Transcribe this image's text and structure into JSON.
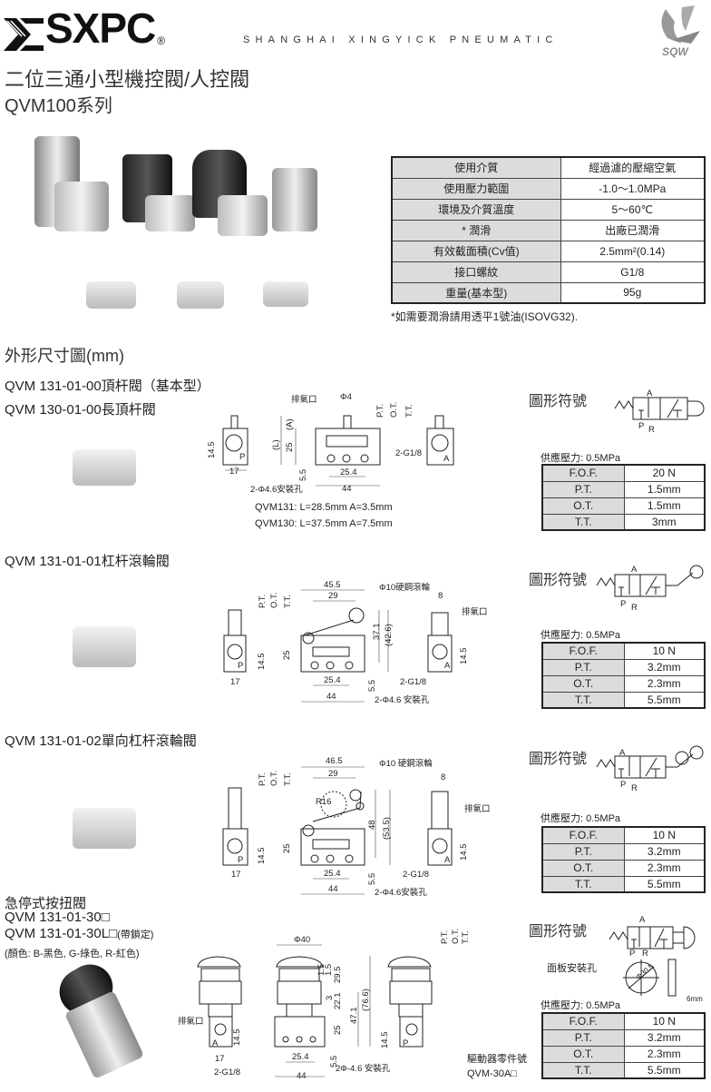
{
  "header": {
    "brand": "SXPC",
    "registered": "®",
    "tagline": "SHANGHAI XINGYICK PNEUMATIC",
    "sqw_logo": "SQW"
  },
  "title": "二位三通小型機控閥/人控閥",
  "subtitle": "QVM100系列",
  "spec_table": {
    "rows": [
      {
        "label": "使用介質",
        "value": "經過濾的壓縮空氣"
      },
      {
        "label": "使用壓力範圍",
        "value": "-1.0～1.0MPa"
      },
      {
        "label": "環境及介質溫度",
        "value": "5～60℃"
      },
      {
        "label": "* 潤滑",
        "value": "出廠已潤滑"
      },
      {
        "label": "有效截面積(Cv值)",
        "value": "2.5mm²(0.14)"
      },
      {
        "label": "接口螺紋",
        "value": "G1/8"
      },
      {
        "label": "重量(基本型)",
        "value": "95g"
      }
    ],
    "note": "*如需要潤滑請用透平1號油(ISOVG32)."
  },
  "dimensions_heading": "外形尺寸圖(mm)",
  "symbol_label": "圖形符號",
  "pressure_label": "供應壓力: 0.5MPa",
  "port_labels": {
    "a": "A",
    "p": "P",
    "r": "R"
  },
  "sections": [
    {
      "titles": [
        "QVM 131-01-00頂杆閥（基本型）",
        "QVM 130-01-00長頂杆閥"
      ],
      "dims": {
        "exhaust": "排氣口",
        "phi4": "Φ4",
        "pt": "P.T.",
        "ot": "O.T.",
        "tt": "T.T.",
        "L": "(L)",
        "A": "(A)",
        "h25": "25",
        "h14_5": "14.5",
        "w17": "17",
        "h5_5": "5.5",
        "w25_4": "25.4",
        "w44": "44",
        "holes": "2-Φ4.6安裝孔",
        "thread": "2-G1/8"
      },
      "variants": [
        "QVM131: L=28.5mm  A=3.5mm",
        "QVM130: L=37.5mm  A=7.5mm"
      ],
      "force_table": [
        [
          "F.O.F.",
          "20 N"
        ],
        [
          "P.T.",
          "1.5mm"
        ],
        [
          "O.T.",
          "1.5mm"
        ],
        [
          "T.T.",
          "3mm"
        ]
      ]
    },
    {
      "titles": [
        "QVM 131-01-01杠杆滾輪閥"
      ],
      "dims": {
        "w45_5": "45.5",
        "w29": "29",
        "roller": "Φ10硬鋼滾輪",
        "pt": "P.T.",
        "ot": "O.T.",
        "tt": "T.T.",
        "h37_1": "37.1",
        "h42_6": "(42.6)",
        "h25": "25",
        "h14_5": "14.5",
        "w17": "17",
        "w25_4": "25.4",
        "h5_5": "5.5",
        "w44": "44",
        "holes": "2-Φ4.6 安裝孔",
        "w8": "8",
        "exhaust": "排氣口",
        "thread": "2-G1/8"
      },
      "force_table": [
        [
          "F.O.F.",
          "10 N"
        ],
        [
          "P.T.",
          "3.2mm"
        ],
        [
          "O.T.",
          "2.3mm"
        ],
        [
          "T.T.",
          "5.5mm"
        ]
      ]
    },
    {
      "titles": [
        "QVM 131-01-02單向杠杆滾輪閥"
      ],
      "dims": {
        "w46_5": "46.5",
        "w29": "29",
        "roller": "Φ10 硬鋼滾輪",
        "r16": "R16",
        "pt": "P.T.",
        "ot": "O.T.",
        "tt": "T.T.",
        "h48": "48",
        "h53_5": "(53.5)",
        "h25": "25",
        "h14_5": "14.5",
        "w17": "17",
        "w25_4": "25.4",
        "h5_5": "5.5",
        "w44": "44",
        "holes": "2-Φ4.6安裝孔",
        "w8": "8",
        "exhaust": "排氣口",
        "thread": "2-G1/8"
      },
      "force_table": [
        [
          "F.O.F.",
          "10 N"
        ],
        [
          "P.T.",
          "3.2mm"
        ],
        [
          "O.T.",
          "2.3mm"
        ],
        [
          "T.T.",
          "5.5mm"
        ]
      ]
    },
    {
      "titles": [
        "急停式按扭閥",
        "QVM 131-01-30□",
        "QVM 131-01-30L□"
      ],
      "lock_note": "(帶鎖定)",
      "colors_note": "(顏色: B-黑色, G-綠色, R-紅色)",
      "dims": {
        "phi40": "Φ40",
        "d1_5a": "1.5",
        "d1_5b": "1.5",
        "h29_5": "29.5",
        "h3": "3",
        "h22_1": "22.1",
        "h47_1": "47.1",
        "h76_6": "(76.6)",
        "h25": "25",
        "h14_5": "14.5",
        "h14_5b": "14.5",
        "w17": "17",
        "w25_4": "25.4",
        "h5_5": "5.5",
        "w44": "44",
        "holes": "2Φ-4.6 安裝孔",
        "exhaust": "排氣口",
        "thread": "2-G1/8",
        "pt": "P.T.",
        "ot": "O.T.",
        "tt": "T.T."
      },
      "panel_hole_label": "面板安裝孔",
      "panel_hole_dia": "Φ30.5",
      "panel_thickness": "6mm",
      "actuator_label": "驅動器零件號",
      "actuator_part": "QVM-30A□",
      "force_table": [
        [
          "F.O.F.",
          "10 N"
        ],
        [
          "P.T.",
          "3.2mm"
        ],
        [
          "O.T.",
          "2.3mm"
        ],
        [
          "T.T.",
          "5.5mm"
        ]
      ]
    }
  ]
}
